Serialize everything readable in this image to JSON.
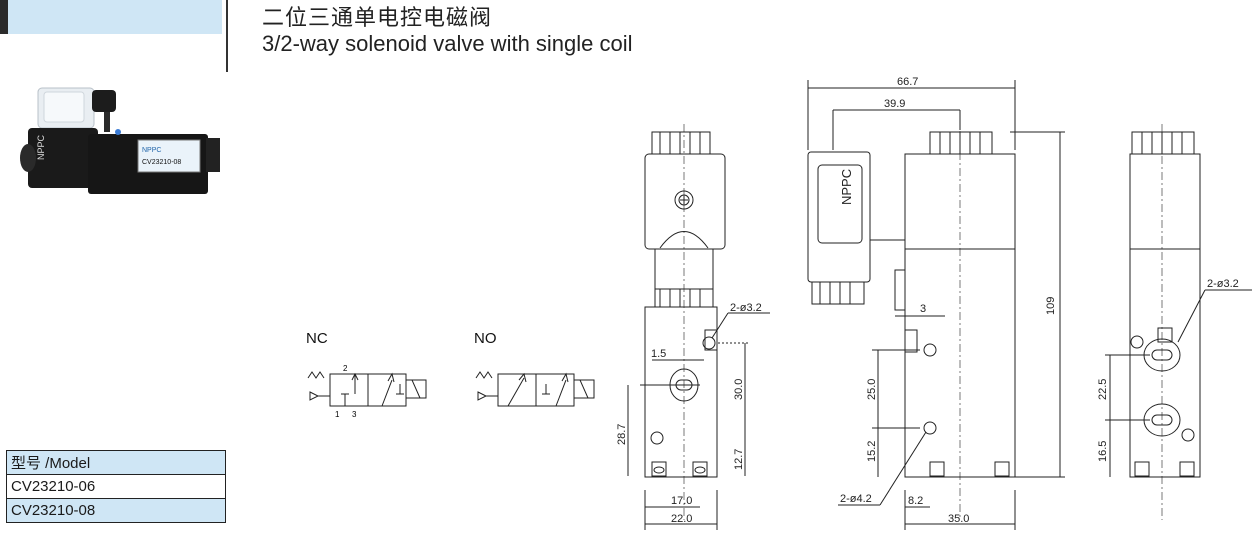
{
  "title": {
    "cn": "二位三通单电控电磁阀",
    "en": "3/2-way solenoid valve with single coil"
  },
  "photo": {
    "brand": "NPPC",
    "model_label": "CV23210-08",
    "icon": "solenoid-valve-photo"
  },
  "model_table": {
    "header": "型号 /Model",
    "rows": [
      "CV23210-06",
      "CV23210-08"
    ]
  },
  "symbols": {
    "nc_label": "NC",
    "no_label": "NO",
    "port_2": "2",
    "port_1": "1",
    "port_3": "3"
  },
  "dimensions": {
    "front": {
      "hole_label": "2-ø3.2",
      "d_1_5": "1.5",
      "d_30_0": "30.0",
      "d_28_7": "28.7",
      "d_12_7": "12.7",
      "d_17_0": "17.0",
      "d_22_0": "22.0"
    },
    "side": {
      "d_66_7": "66.7",
      "d_39_9": "39.9",
      "d_3": "3",
      "d_109": "109",
      "d_25_0": "25.0",
      "d_15_2": "15.2",
      "hole_label": "2-ø4.2",
      "d_8_2": "8.2",
      "d_35_0": "35.0",
      "coil_brand": "NPPC"
    },
    "back": {
      "hole_label": "2-ø3.2",
      "d_22_5": "22.5",
      "d_16_5": "16.5"
    }
  }
}
